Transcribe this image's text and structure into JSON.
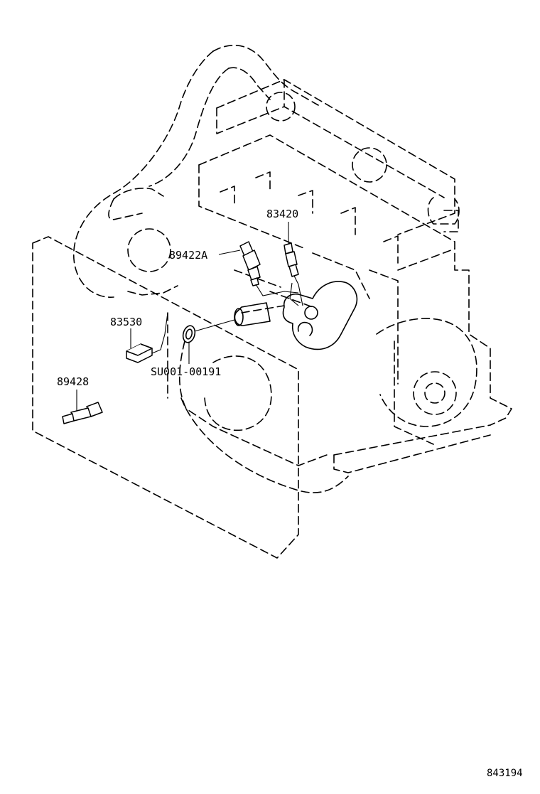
{
  "diagram": {
    "labels": {
      "part_83420": "83420",
      "part_89422a": "89422A",
      "part_83530": "83530",
      "part_su001": "SU001-00191",
      "part_89428": "89428"
    },
    "figure_code": "843194",
    "line_color": "#000000",
    "background": "#ffffff"
  }
}
